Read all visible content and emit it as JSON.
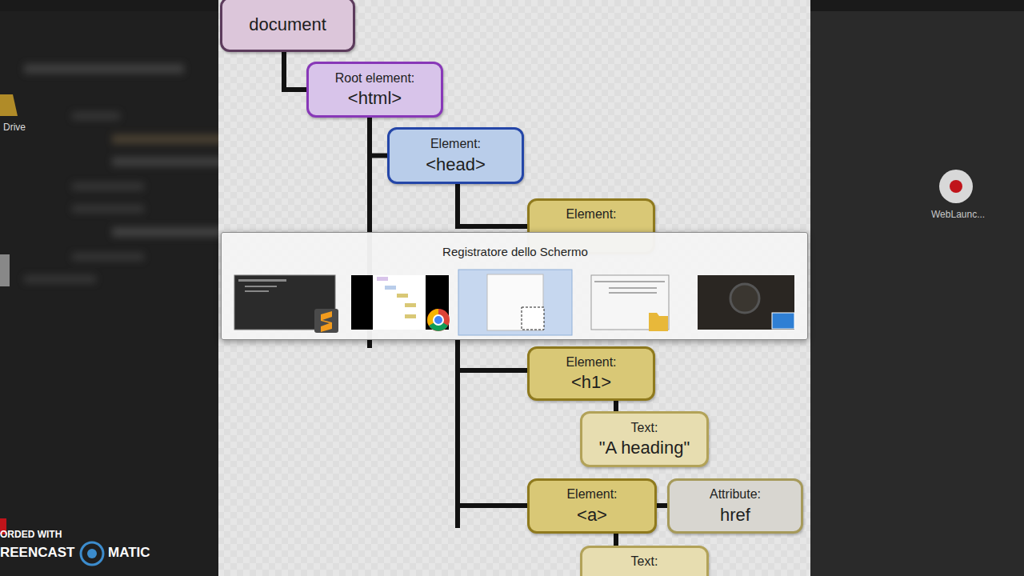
{
  "diagram": {
    "nodes": [
      {
        "text": [
          "document"
        ]
      },
      {
        "text": [
          "Root element:",
          "<html>"
        ]
      },
      {
        "text": [
          "Element:",
          "<head>"
        ]
      },
      {
        "text": [
          "Element:"
        ]
      },
      {
        "text": [
          "Element:",
          "<h1>"
        ]
      },
      {
        "text": [
          "Text:",
          "\"A heading\""
        ]
      },
      {
        "text": [
          "Element:",
          "<a>"
        ]
      },
      {
        "text": [
          "Attribute:",
          "href"
        ]
      },
      {
        "text": [
          "Text:"
        ]
      }
    ],
    "edges": [
      {
        "from": 0,
        "to": 1,
        "arrow": "none"
      },
      {
        "from": 1,
        "to": 2,
        "arrow": "none"
      },
      {
        "from": 2,
        "to": 3,
        "arrow": "none"
      },
      {
        "from": 4,
        "to": 5,
        "arrow": "none"
      },
      {
        "from": 6,
        "to": 7,
        "arrow": "none"
      },
      {
        "from": 6,
        "to": 8,
        "arrow": "none"
      }
    ],
    "labels": [
      "Registratore dello Schermo",
      "Drive",
      "WebLaunc...",
      "ORDED WITH",
      "REENCAST",
      "MATIC"
    ]
  }
}
